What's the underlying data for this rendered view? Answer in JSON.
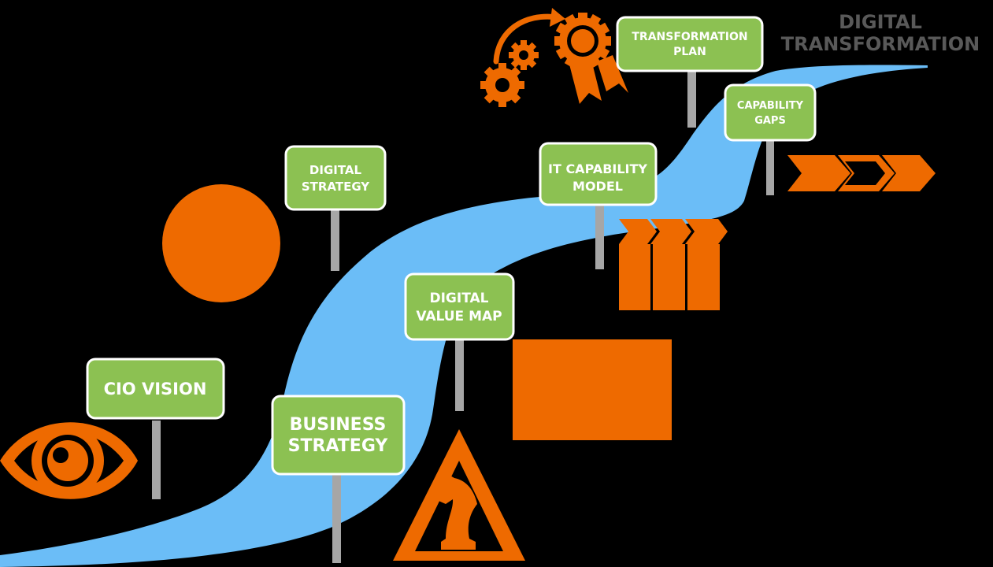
{
  "title": {
    "line1": "DIGITAL",
    "line2": "TRANSFORMATION"
  },
  "signs": [
    {
      "id": "cio-vision",
      "lines": [
        "CIO VISION"
      ]
    },
    {
      "id": "business-strategy",
      "lines": [
        "BUSINESS",
        "STRATEGY"
      ]
    },
    {
      "id": "digital-strategy",
      "lines": [
        "DIGITAL",
        "STRATEGY"
      ]
    },
    {
      "id": "digital-value-map",
      "lines": [
        "DIGITAL",
        "VALUE MAP"
      ]
    },
    {
      "id": "it-capability-model",
      "lines": [
        "IT CAPABILITY",
        "MODEL"
      ]
    },
    {
      "id": "transformation-plan",
      "lines": [
        "TRANSFORMATION",
        "PLAN"
      ]
    },
    {
      "id": "capability-gaps",
      "lines": [
        "CAPABILITY",
        "GAPS"
      ]
    }
  ],
  "icons": [
    "eye-icon",
    "chess-knight-warning-icon",
    "orange-circle-icon",
    "orange-square-icon",
    "capability-columns-icon",
    "gears-award-icon",
    "chevron-arrows-icon"
  ],
  "colors": {
    "background": "#000000",
    "river": "#6BBDF7",
    "sign_fill": "#8CC152",
    "sign_border": "#ffffff",
    "post": "#A6A6A6",
    "accent": "#EE6A00",
    "title": "#595959"
  }
}
